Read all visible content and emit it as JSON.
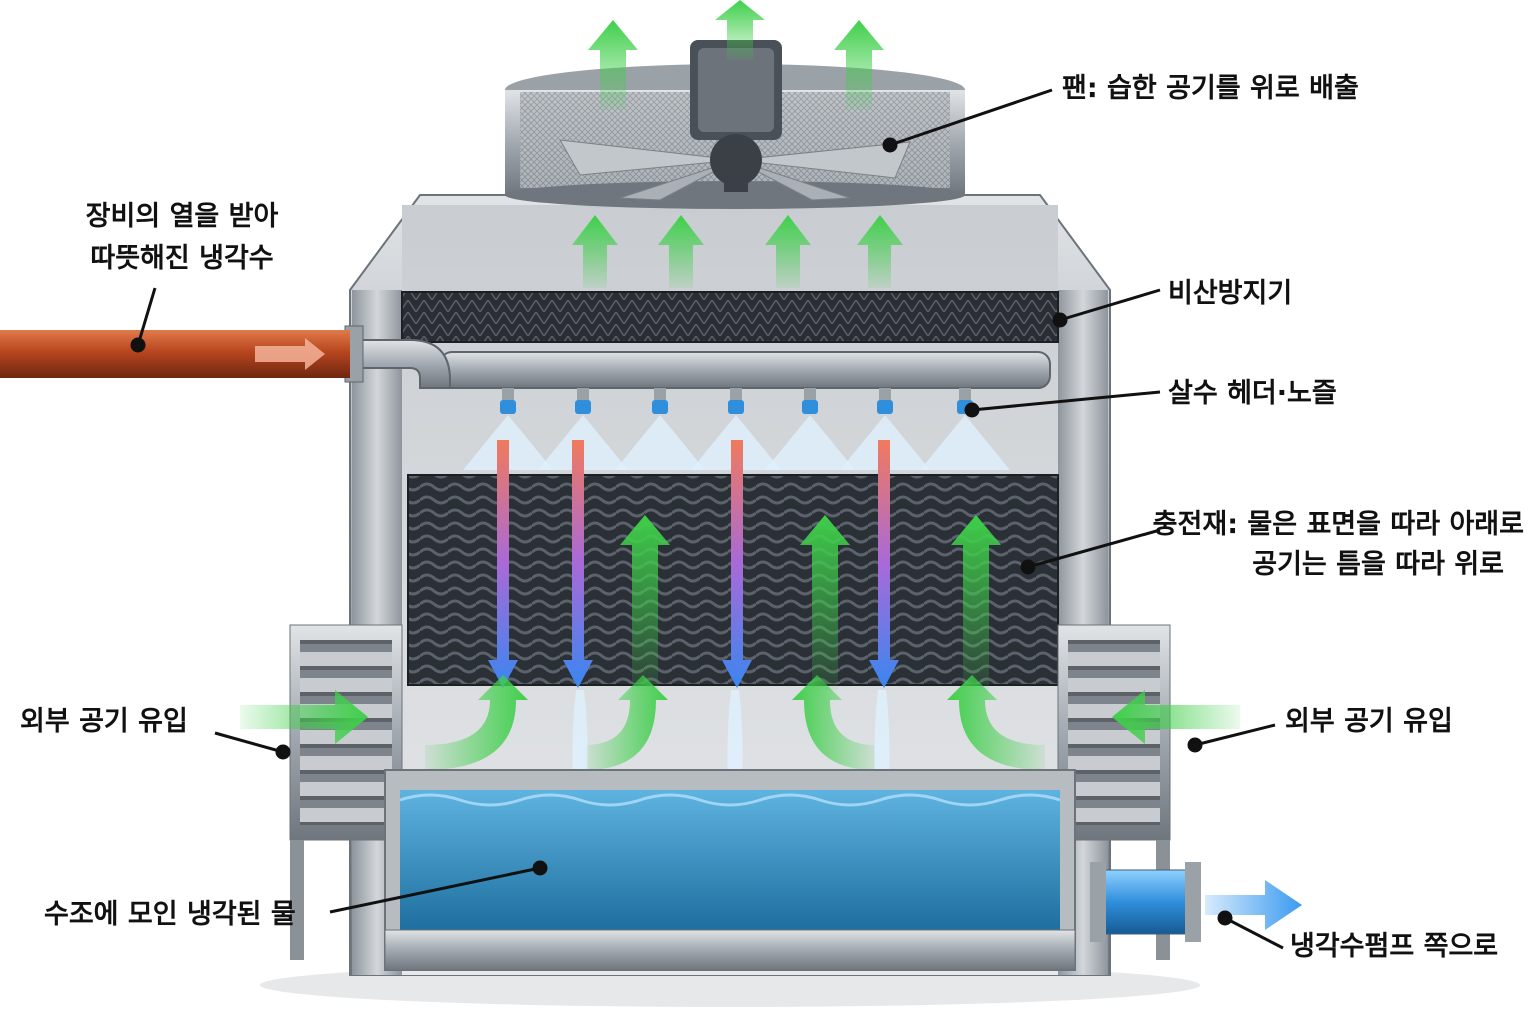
{
  "labels": {
    "fan": "팬: 습한 공기를 위로 배출",
    "hot_water_line1": "장비의 열을 받아",
    "hot_water_line2": "따뜻해진 냉각수",
    "drift_eliminator": "비산방지기",
    "spray_header": "살수 헤더·노즐",
    "fill_line1": "충전재: 물은 표면을 따라 아래로",
    "fill_line2": "공기는 틈을 따라 위로",
    "air_inlet_left": "외부 공기 유입",
    "air_inlet_right": "외부 공기 유입",
    "basin": "수조에 모인 냉각된 물",
    "to_pump": "냉각수펌프 쪽으로"
  },
  "colors": {
    "hot_pipe": "#b8461f",
    "air_arrow": "#3fcf4a",
    "water_hot": "#f07a5c",
    "water_mid": "#a86ad8",
    "water_cool": "#3a86f0",
    "basin_water": "#2f8fc4",
    "steel": "#a9afb5",
    "fill_media": "#2b2f36"
  },
  "icons": [
    "fan-icon",
    "flow-arrow-icon"
  ]
}
